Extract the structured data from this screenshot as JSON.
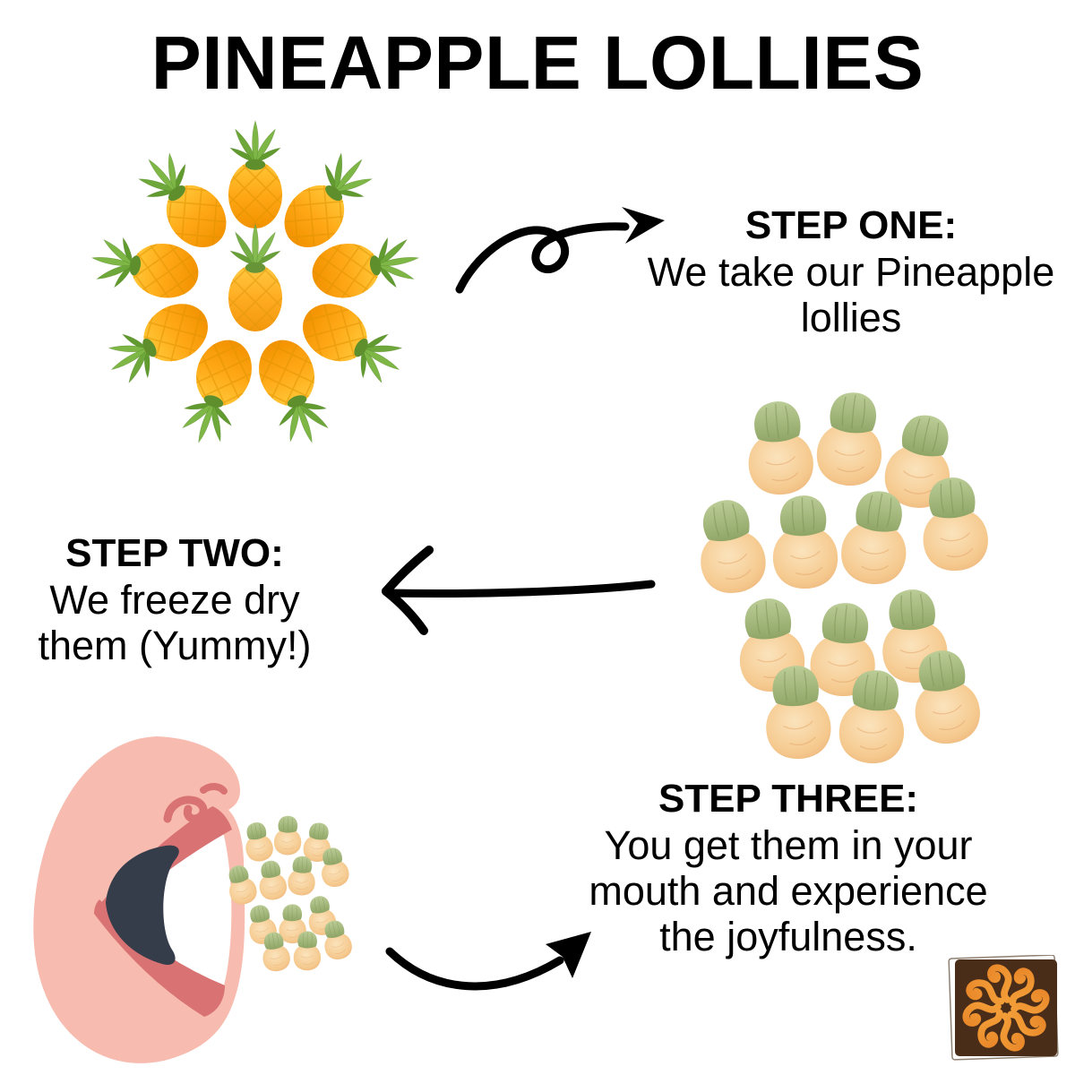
{
  "title": "PINEAPPLE LOLLIES",
  "steps": [
    {
      "heading": "STEP ONE:",
      "lines": [
        "We take our Pineapple",
        "lollies"
      ]
    },
    {
      "heading": "STEP TWO:",
      "lines": [
        "We freeze dry",
        "them (Yummy!)"
      ]
    },
    {
      "heading": "STEP THREE:",
      "lines": [
        "You get them in your",
        "mouth and experience",
        "the joyfulness."
      ]
    }
  ],
  "illustrations": {
    "gummy_ring": "circle-of-pineapple-gummy-lollies-photo",
    "freeze_dried_cluster": "freeze-dried-pineapple-lollies-photo",
    "mouth": "open-mouth-illustration",
    "small_cluster": "freeze-dried-lollies-entering-mouth",
    "arrows": [
      "loop-arrow-right",
      "straight-arrow-left",
      "curve-arrow-up-right"
    ],
    "logo": "brown-square-gold-swirl-sun-logo"
  },
  "colors": {
    "background": "#ffffff",
    "text": "#000000",
    "gummy_orange": "#FFA816",
    "gummy_green": "#6FA83A",
    "freeze_dried_body": "#F5C98E",
    "freeze_dried_top": "#A8BC83",
    "mouth_skin": "#F7BCAF",
    "mouth_lips": "#D97373",
    "mouth_cavity": "#353C4A",
    "logo_brown": "#4A2D18",
    "logo_orange": "#E98A2B",
    "logo_gold": "#FFD95E"
  }
}
